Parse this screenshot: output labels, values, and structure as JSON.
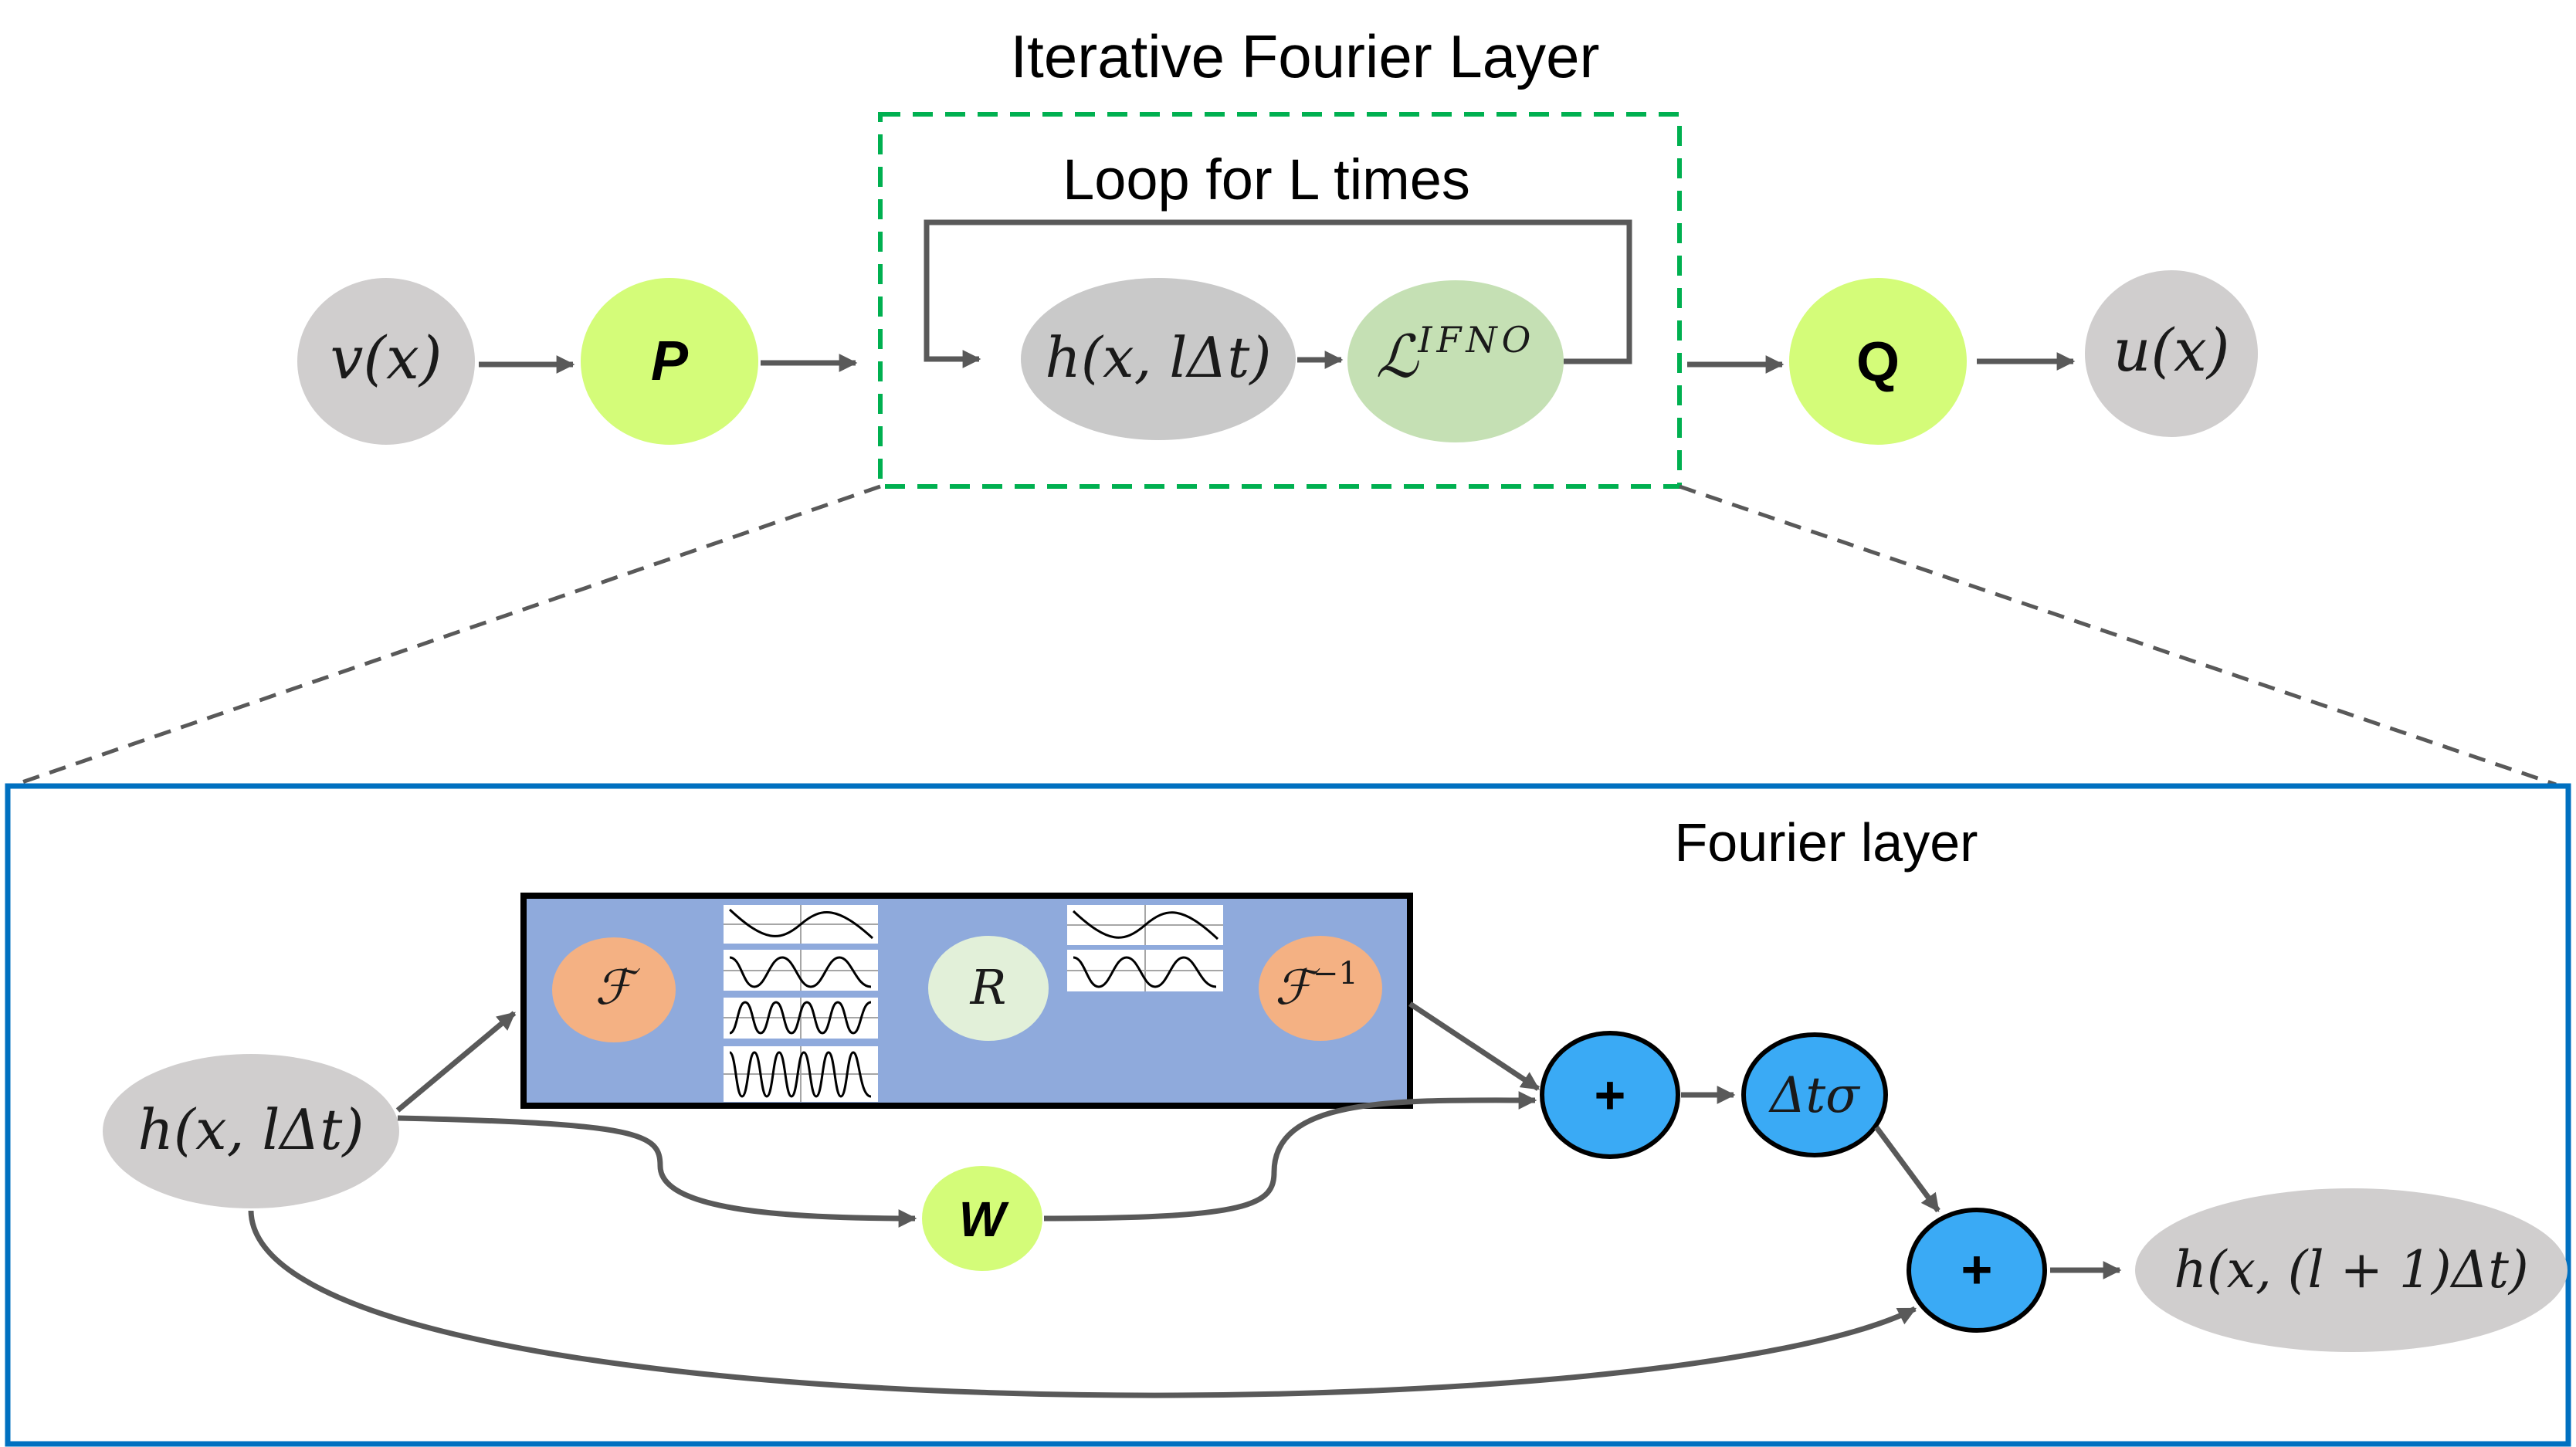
{
  "top": {
    "title": "Iterative Fourier Layer",
    "loop_label": "Loop for L times",
    "nodes": {
      "input": "v(x)",
      "lift": "P",
      "hidden": "h(x, lΔt)",
      "layer_op": "ℒ",
      "layer_op_sup": "IFNO",
      "project": "Q",
      "output": "u(x)"
    }
  },
  "bottom": {
    "title": "Fourier layer",
    "nodes": {
      "input": "h(x, lΔt)",
      "fourier": "ℱ",
      "resolve": "R",
      "inverse_fourier": "ℱ",
      "inverse_sup": "−1",
      "weight": "W",
      "sum1": "+",
      "step": "Δtσ",
      "sum2": "+",
      "output": "h(x, (l + 1)Δt)"
    }
  },
  "colors": {
    "gray_node": "#d0cece",
    "lime_node": "#d4fc79",
    "sage_node": "#c5e0b4",
    "orange_node": "#f4b183",
    "pale_green_node": "#e2f0d9",
    "blue_node": "#3aaaf5",
    "spectral_box": "#8faadc",
    "green_dash": "#00b050",
    "blue_frame": "#0070c0",
    "edge": "#595959"
  }
}
